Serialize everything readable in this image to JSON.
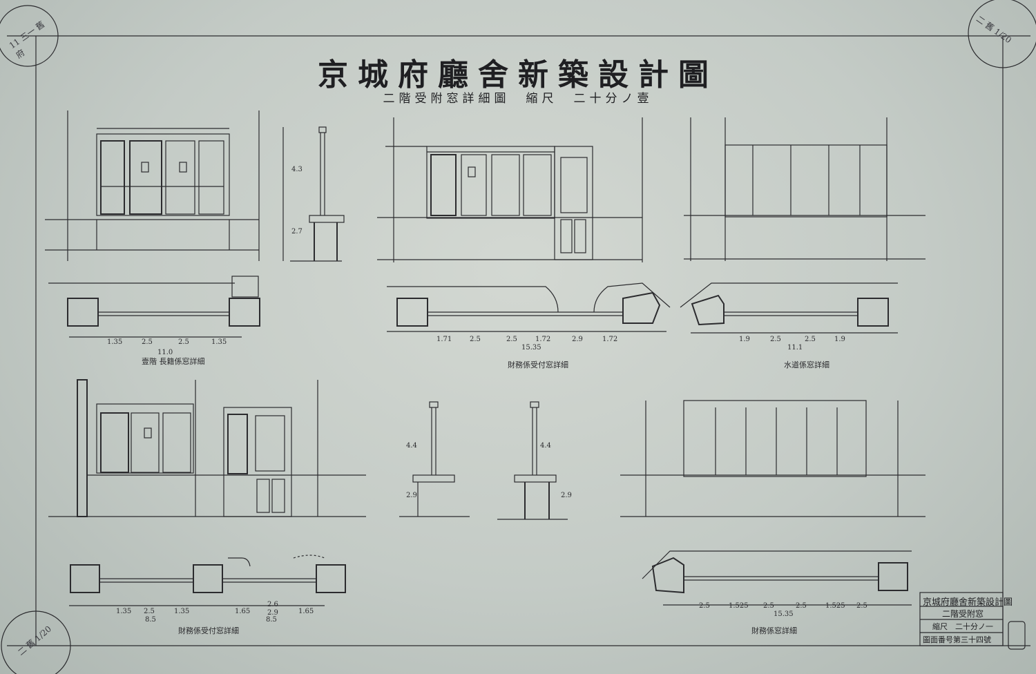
{
  "drawing": {
    "title": "京城府廳舍新築設計圖",
    "subtitle": "二階受附窓詳細圖　縮尺　二十分ノ壹"
  },
  "captions": {
    "upper_left": "壹階 長籍係窓詳細",
    "upper_middle": "財務係受付窓詳細",
    "upper_right": "水道係窓詳細",
    "lower_left": "財務係受付窓詳細",
    "lower_right": "財務係窓詳細"
  },
  "dimensions": {
    "upper_left": [
      "1.35",
      "2.5",
      "2.5",
      "1.35",
      "11.0"
    ],
    "upper_middle": [
      "1.71",
      "2.5",
      "2.5",
      "1.72",
      "2.9",
      "1.72",
      "15.35"
    ],
    "upper_right": [
      "1.9",
      "2.5",
      "2.5",
      "1.9",
      "11.1"
    ],
    "lower_left": [
      "1.35",
      "2.5",
      "1.35",
      "1.65",
      "2.6",
      "2.9",
      "1.65",
      "8.5",
      "8.5"
    ],
    "lower_right": [
      "2.5",
      "1.525",
      "2.5",
      "2.5",
      "1.525",
      "2.5",
      "15.35"
    ],
    "heights": [
      "4.3",
      "2.7",
      "4.4",
      "2.9",
      "4.4",
      "2.9"
    ]
  },
  "title_block": {
    "line1": "京城府廳舍新築設計圖",
    "line2": "二階受附窓",
    "line3": "縮尺　二十分ノ一",
    "line4": "圖面番号第三十四號"
  },
  "stamps": {
    "top_left": "11 三一 舊府",
    "top_right": "二 舊 1/20",
    "bottom_left": "二 舊 1/20"
  }
}
